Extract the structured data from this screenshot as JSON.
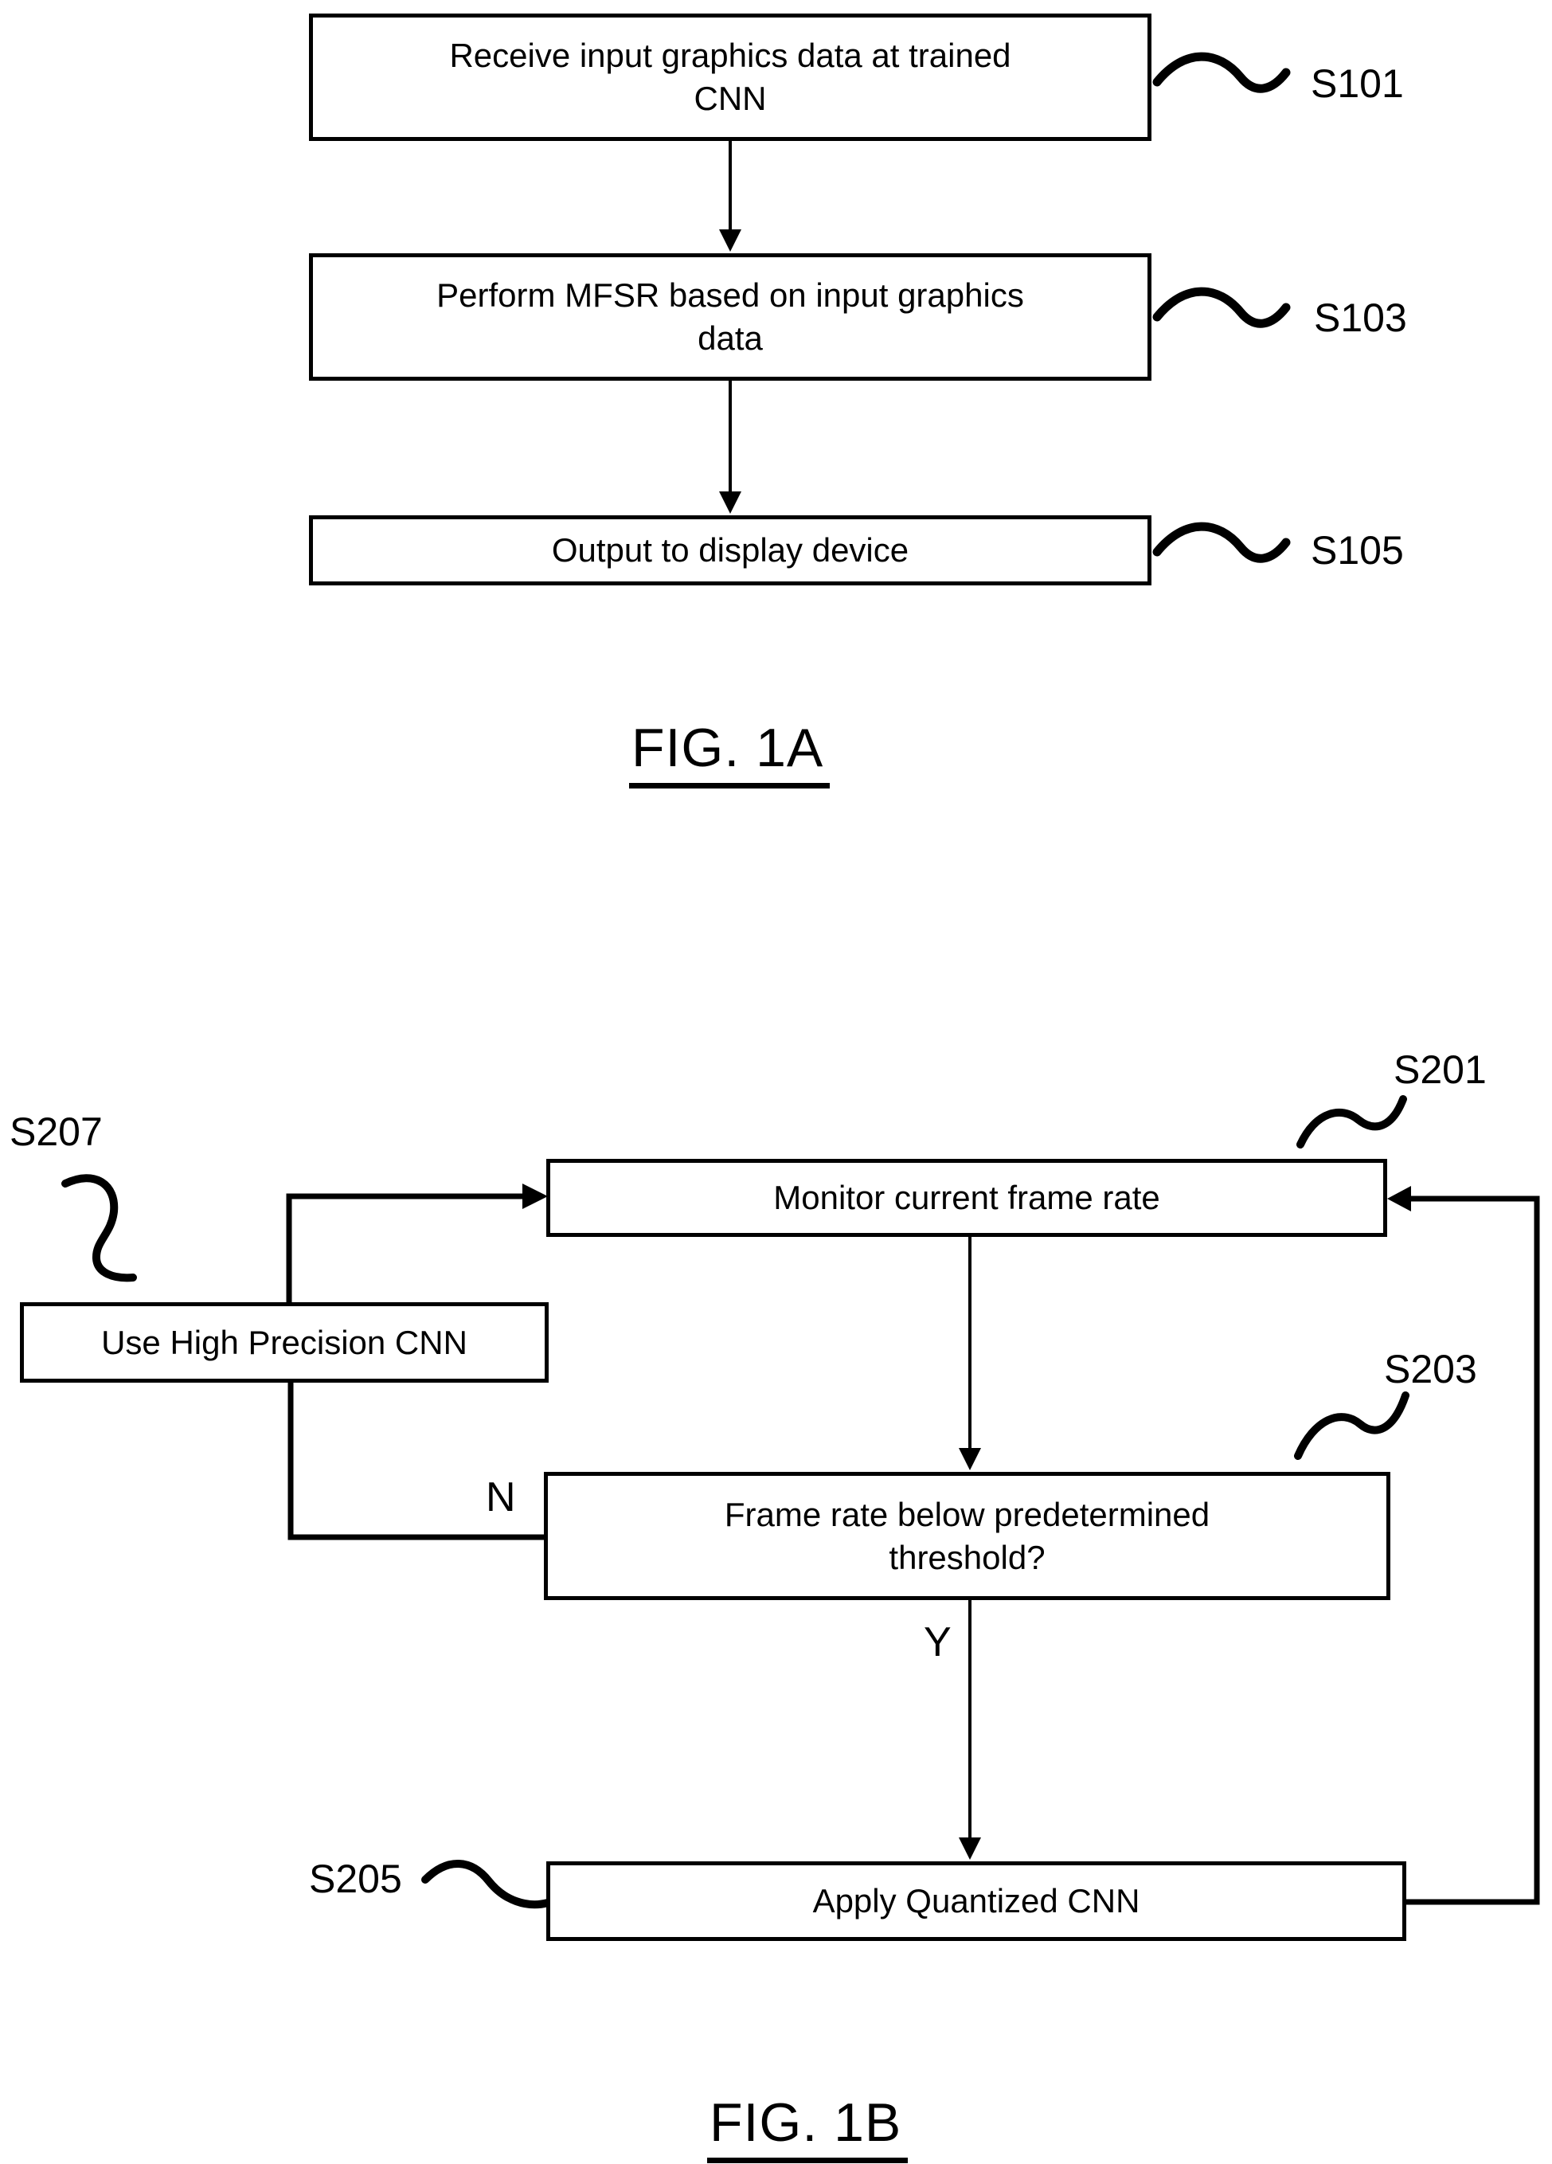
{
  "figure_1a": {
    "caption": "FIG. 1A",
    "steps": [
      {
        "id": "S101",
        "lines": [
          "Receive input graphics data at trained",
          "CNN"
        ]
      },
      {
        "id": "S103",
        "lines": [
          "Perform MFSR based on input graphics",
          "data"
        ]
      },
      {
        "id": "S105",
        "lines": [
          "Output to display device"
        ]
      }
    ]
  },
  "figure_1b": {
    "caption": "FIG. 1B",
    "nodes": {
      "monitor": {
        "id": "S201",
        "lines": [
          "Monitor current frame rate"
        ]
      },
      "threshold": {
        "id": "S203",
        "lines": [
          "Frame rate below predetermined",
          "threshold?"
        ]
      },
      "apply": {
        "id": "S205",
        "lines": [
          "Apply Quantized CNN"
        ]
      },
      "high_precision": {
        "id": "S207",
        "lines": [
          "Use High Precision CNN"
        ]
      }
    },
    "branch_labels": {
      "yes": "Y",
      "no": "N"
    }
  },
  "colors": {
    "ink": "#000000",
    "background": "#ffffff"
  }
}
